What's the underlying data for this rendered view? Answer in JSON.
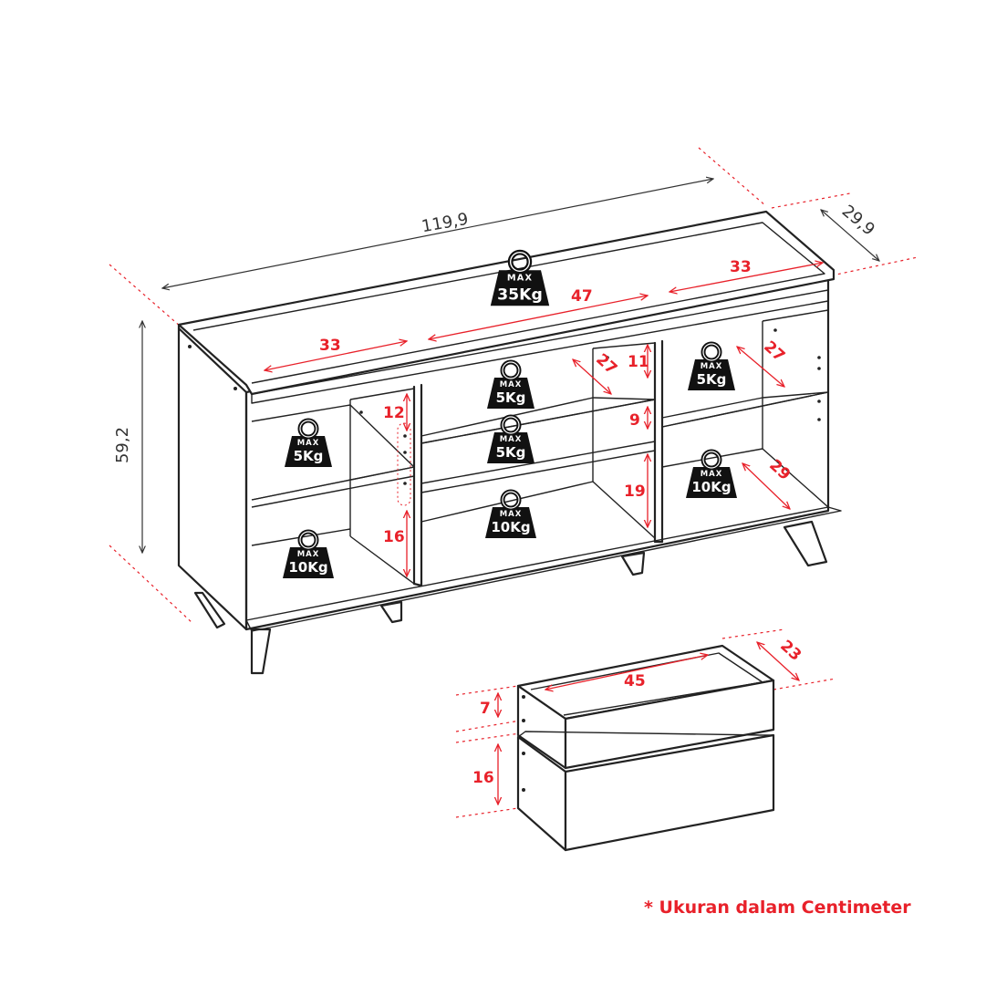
{
  "dimensions": {
    "overall_width": "119,9",
    "overall_depth": "29,9",
    "overall_height": "59,2",
    "left_top_width": "33",
    "center_width": "47",
    "right_top_width": "33",
    "right_upper_depth": "27",
    "center_upper_depth": "27",
    "right_lower_depth": "29",
    "center_h_upper": "11",
    "center_h_middle": "9",
    "center_h_lower": "19",
    "left_h_upper": "12",
    "left_h_lower": "16",
    "drawer_width": "45",
    "drawer_depth": "23",
    "drawer_small_height": "7",
    "drawer_large_height": "16"
  },
  "weights": {
    "max_label": "MAX",
    "top": "35Kg",
    "left_upper": "5Kg",
    "left_lower": "10Kg",
    "center_upper": "5Kg",
    "center_middle": "5Kg",
    "center_lower": "10Kg",
    "right_upper": "5Kg",
    "right_lower": "10Kg"
  },
  "note": "* Ukuran dalam Centimeter",
  "colors": {
    "accent": "#e8212a",
    "line": "#222222"
  }
}
